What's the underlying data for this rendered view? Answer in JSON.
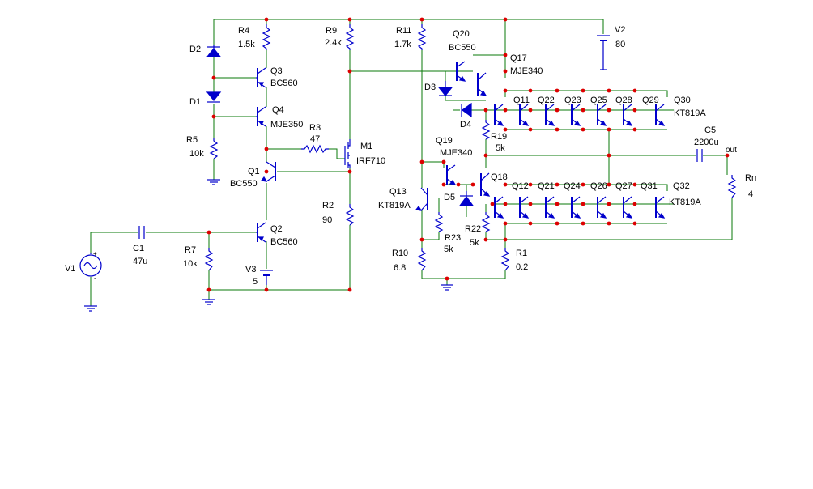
{
  "colors": {
    "wire": "#0a7a0a",
    "component": "#0000cc",
    "junction": "#dd0000",
    "text": "#000000",
    "background": "#ffffff"
  },
  "labels": {
    "R4": "R4",
    "R4v": "1.5k",
    "D2": "D2",
    "D1": "D1",
    "Q3": "Q3",
    "Q3v": "BC560",
    "Q4": "Q4",
    "Q4v": "MJE350",
    "R5": "R5",
    "R5v": "10k",
    "R3": "R3",
    "R3v": "47",
    "M1": "M1",
    "M1v": "IRF710",
    "Q1": "Q1",
    "Q1v": "BC550",
    "R9": "R9",
    "R9v": "2.4k",
    "R2": "R2",
    "R2v": "90",
    "Q2": "Q2",
    "Q2v": "BC560",
    "C1": "C1",
    "C1v": "47u",
    "R7": "R7",
    "R7v": "10k",
    "V1": "V1",
    "V3": "V3",
    "V3v": "5",
    "R11": "R11",
    "R11v": "1.7k",
    "Q20": "Q20",
    "Q20v": "BC550",
    "Q17": "Q17",
    "Q17v": "MJE340",
    "D3": "D3",
    "D4": "D4",
    "V2": "V2",
    "V2v": "80",
    "R19": "R19",
    "R19v": "5k",
    "C5": "C5",
    "C5v": "2200u",
    "out": "out",
    "Rn": "Rn",
    "Rnv": "4",
    "Q19": "Q19",
    "Q19v": "MJE340",
    "Q18": "Q18",
    "Q13": "Q13",
    "Q13v": "KT819A",
    "D5": "D5",
    "R23": "R23",
    "R23v": "5k",
    "R22": "R22",
    "R22v": "5k",
    "R10": "R10",
    "R10v": "6.8",
    "R1": "R1",
    "R1v": "0.2",
    "Q11": "Q11",
    "Q22": "Q22",
    "Q23": "Q23",
    "Q25": "Q25",
    "Q28": "Q28",
    "Q29": "Q29",
    "Q30": "Q30",
    "Q30v": "KT819A",
    "Q12": "Q12",
    "Q21": "Q21",
    "Q24": "Q24",
    "Q26": "Q26",
    "Q27": "Q27",
    "Q31": "Q31",
    "Q32": "Q32",
    "Q32v": "KT819A"
  }
}
